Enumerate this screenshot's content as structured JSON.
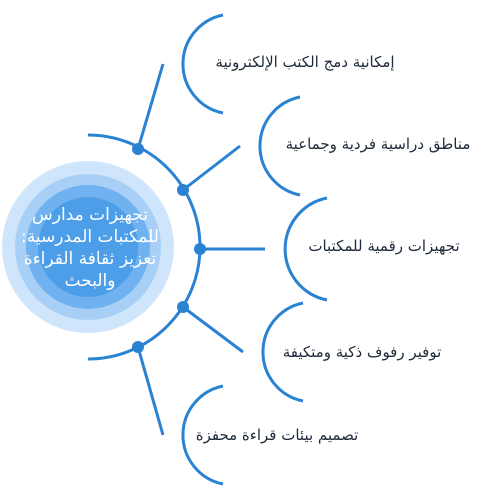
{
  "diagram": {
    "center_title": "تجهيزات مدارس للمكتبات المدرسية: تعزيز ثقافة القراءة والبحث",
    "items": [
      {
        "label": "إمكانية دمج الكتب الإلكترونية"
      },
      {
        "label": "مناطق دراسية فردية وجماعية"
      },
      {
        "label": "تجهيزات رقمية للمكتبات"
      },
      {
        "label": "توفير رفوف ذكية ومتكيفة"
      },
      {
        "label": "تصميم بيئات قراءة محفزة"
      }
    ],
    "colors": {
      "line": "#2a82d2",
      "circle_outer": "#cfe5fb",
      "circle_mid": "#a8d0f6",
      "circle_inner": "#6fb2ef",
      "circle_core": "#4d9ee8",
      "text": "#1e2a3a"
    }
  }
}
